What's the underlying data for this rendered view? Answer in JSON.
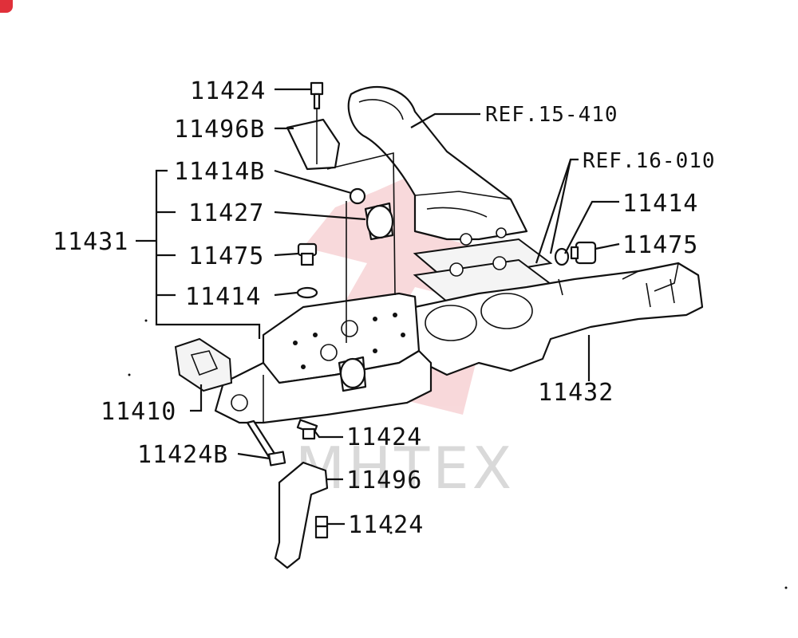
{
  "watermark": {
    "text": "MHTEX",
    "color": "#cfcfcf",
    "logo_color": "#f3b9bd"
  },
  "badge_color": "#e0303a",
  "labels": {
    "l_11424_top": "11424",
    "l_11496b": "11496B",
    "l_11414b": "11414B",
    "l_11427": "11427",
    "l_11431": "11431",
    "l_11475_left": "11475",
    "l_11414_left": "11414",
    "l_11410": "11410",
    "l_11424b": "11424B",
    "l_11424_mid": "11424",
    "l_11496": "11496",
    "l_11424_bottom": "11424",
    "l_ref15": "REF.15-410",
    "l_ref16": "REF.16-010",
    "l_11414_right": "11414",
    "l_11475_right": "11475",
    "l_11432": "11432"
  }
}
